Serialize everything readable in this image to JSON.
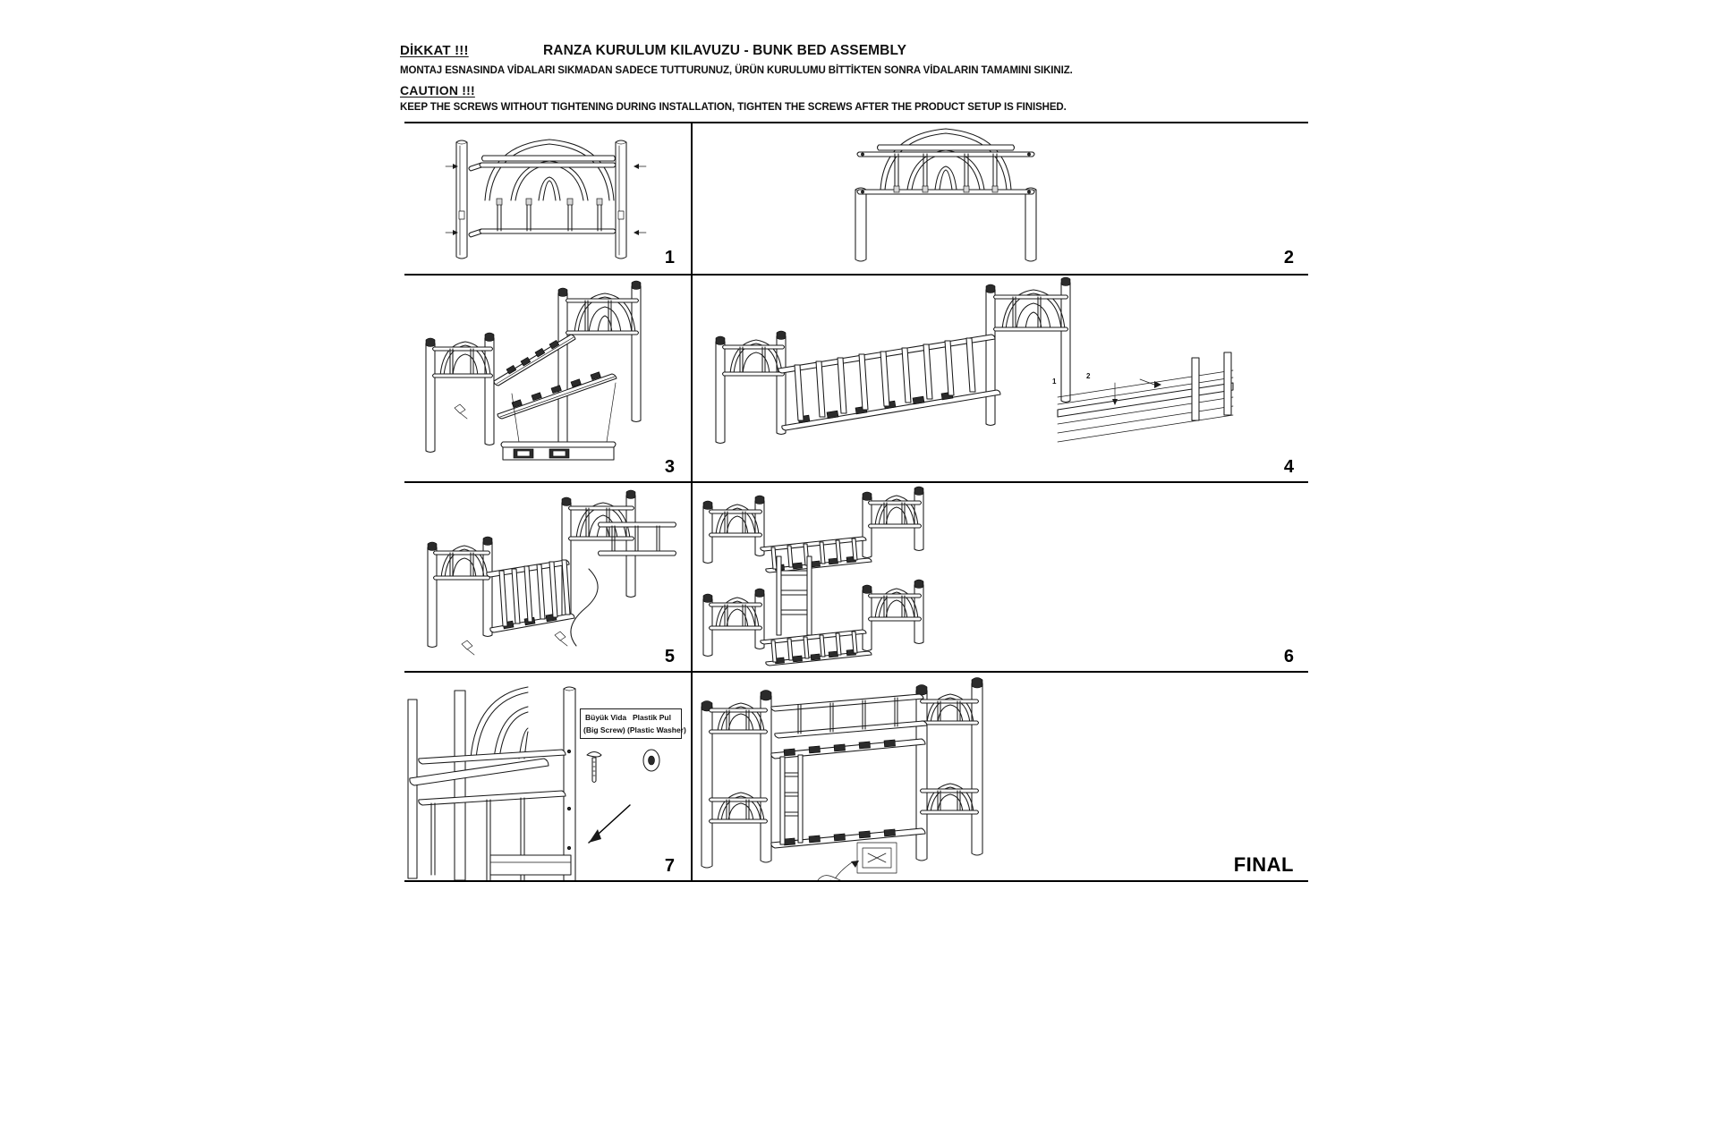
{
  "header": {
    "dikkat_label": "DİKKAT !!!",
    "title": "RANZA KURULUM KILAVUZU - BUNK BED ASSEMBLY",
    "turkish_instruction": "MONTAJ ESNASINDA VİDALARI SIKMADAN SADECE TUTTURUNUZ, ÜRÜN KURULUMU BİTTİKTEN SONRA VİDALARIN TAMAMINI SIKINIZ.",
    "caution_label": "CAUTION !!!",
    "english_instruction": "KEEP THE SCREWS WITHOUT TIGHTENING DURING INSTALLATION, TIGHTEN THE SCREWS AFTER THE PRODUCT SETUP IS FINISHED."
  },
  "steps": [
    {
      "number": "1",
      "name": "headboard-parts-layout"
    },
    {
      "number": "2",
      "name": "headboard-assembled"
    },
    {
      "number": "3",
      "name": "side-rail-attachment"
    },
    {
      "number": "4",
      "name": "slats-installation"
    },
    {
      "number": "5",
      "name": "single-bed-frame-complete"
    },
    {
      "number": "6",
      "name": "two-frames-and-ladder"
    },
    {
      "number": "7",
      "name": "ladder-and-guardrail-detail"
    },
    {
      "number": "FINAL",
      "name": "finished-bunk-bed"
    }
  ],
  "step4_detail": {
    "marker_1": "1",
    "marker_2": "2"
  },
  "legend": {
    "items": [
      {
        "tr": "Büyük Vida",
        "en": "(Big Screw)",
        "icon": "screw-icon"
      },
      {
        "tr": "Plastik Pul",
        "en": "(Plastic Washer)",
        "icon": "washer-icon"
      }
    ]
  },
  "colors": {
    "line": "#1a1a1a",
    "fill": "#ffffff",
    "dark_fitting": "#2b2b2b",
    "divider": "#000000"
  }
}
